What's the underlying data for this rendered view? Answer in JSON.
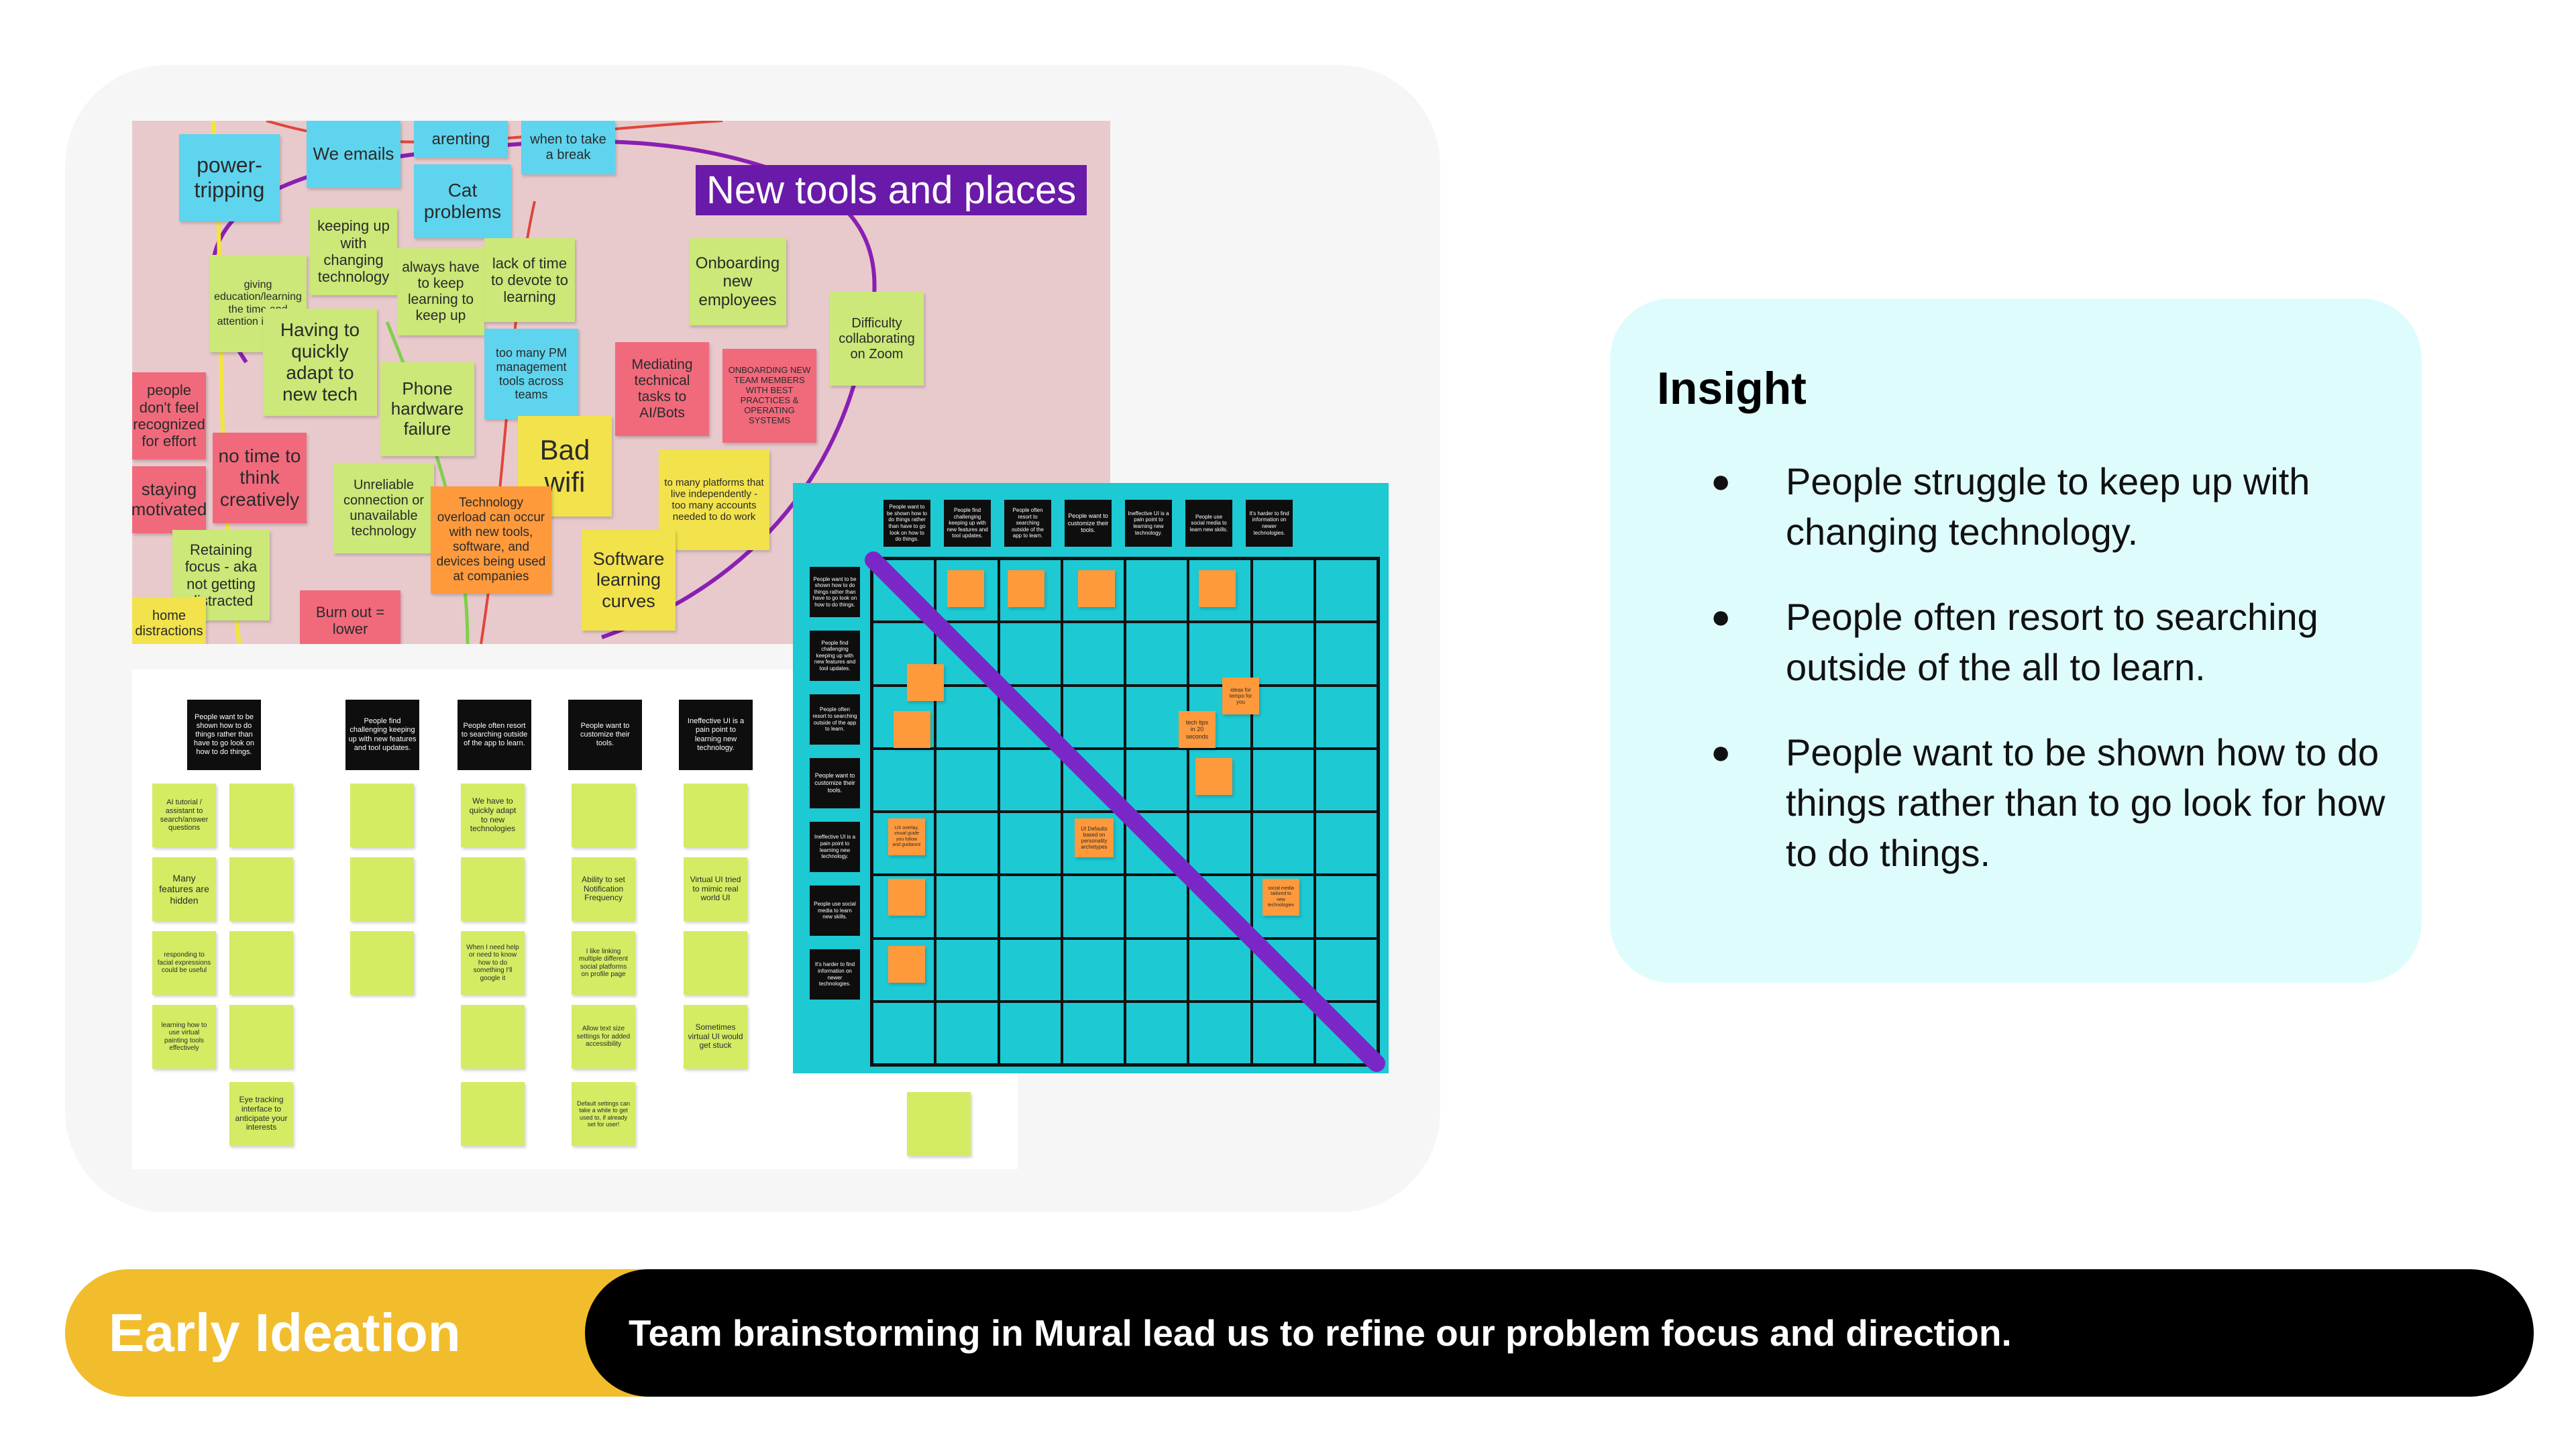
{
  "colors": {
    "yellow_note": "#cbe878",
    "blue_note": "#5fd4ee",
    "pink_note": "#f06a7c",
    "orange_note": "#ff9a3c",
    "green_note": "#d4ec64",
    "purple_title": "#6a1aa8",
    "matrix_bg": "#1dc9d3",
    "insight_bg": "#dffcfd",
    "banner_yellow": "#f2bd2c",
    "banner_black": "#000000"
  },
  "affinity": {
    "cluster_title": "New tools and places",
    "notes": [
      {
        "text": "power-tripping"
      },
      {
        "text": "We emails"
      },
      {
        "text": "arenting"
      },
      {
        "text": "when to take a break"
      },
      {
        "text": "Cat problems"
      },
      {
        "text": "keeping up with changing technology"
      },
      {
        "text": "giving education/learning the time and attention it needs"
      },
      {
        "text": "always have to keep learning to keep up"
      },
      {
        "text": "lack of time to devote to learning"
      },
      {
        "text": "Onboarding new employees"
      },
      {
        "text": "Having to quickly adapt to new tech"
      },
      {
        "text": "too many PM management tools across teams"
      },
      {
        "text": "Mediating technical tasks to AI/Bots"
      },
      {
        "text": "ONBOARDING NEW TEAM MEMBERS WITH BEST PRACTICES & OPERATING SYSTEMS"
      },
      {
        "text": "Difficulty collaborating on Zoom"
      },
      {
        "text": "people don't feel recognized for effort"
      },
      {
        "text": "Phone hardware failure"
      },
      {
        "text": "Bad wifi"
      },
      {
        "text": "no time to think creatively"
      },
      {
        "text": "staying motivated"
      },
      {
        "text": "Unreliable connection or unavailable technology"
      },
      {
        "text": "Technology overload can occur with new tools, software, and devices being used at companies"
      },
      {
        "text": "to many platforms that live independently - too many accounts needed to do work"
      },
      {
        "text": "Retaining focus - aka not getting distracted"
      },
      {
        "text": "Software learning curves"
      },
      {
        "text": "Burn out = lower"
      },
      {
        "text": "home distractions"
      }
    ]
  },
  "columns": {
    "headers": [
      "People want to be shown how to do things rather than have to go look on how to do things.",
      "People find challenging keeping up with new features and tool updates.",
      "People often resort to searching outside of the app to learn.",
      "People want to customize their tools.",
      "Ineffective UI is a pain point to learning new technology."
    ],
    "notes": [
      [
        "AI tutorial / assistant to search/answer questions",
        "Many features are hidden",
        "responding to facial expressions could be useful",
        "learning how to use virtual painting tools effectively"
      ],
      [
        "Eye tracking interface to anticipate your interests"
      ],
      [],
      [
        "We have to quickly adapt to new technologies",
        "When I need help or need to know how to do something I'll google it"
      ],
      [
        "Ability to set Notification Frequency",
        "I like linking multiple different social platforms on profile page",
        "Allow text size settings for added accessibility",
        "Default settings can take a while to get used to, if already set for user!"
      ],
      [
        "Virtual UI tried to mimic real world UI",
        "Sometimes virtual UI would get stuck"
      ]
    ]
  },
  "matrix": {
    "headers": [
      "People want to be shown how to do things rather than have to go look on how to do things.",
      "People find challenging keeping up with new features and tool updates.",
      "People often resort to searching outside of the app to learn.",
      "People want to customize their tools.",
      "Ineffective UI is a pain point to learning new technology.",
      "People use social media to learn new skills.",
      "It's harder to find information on newer technologies."
    ],
    "notes": [
      "tech tips in 20 seconds",
      "ideas for tempo for you",
      "UI Defaults based on personality archetypes",
      "social media tailored to new technologies",
      "UX overlay, visual guide you follow and guidance"
    ]
  },
  "insight": {
    "title": "Insight",
    "bullets": [
      "People struggle to keep up with changing technology.",
      "People often resort to searching outside of the all to learn.",
      "People want to be shown how to do things rather than to go look for how to do things."
    ]
  },
  "banner": {
    "label": "Early Ideation",
    "description": "Team brainstorming in Mural lead us to refine our problem focus and direction."
  }
}
